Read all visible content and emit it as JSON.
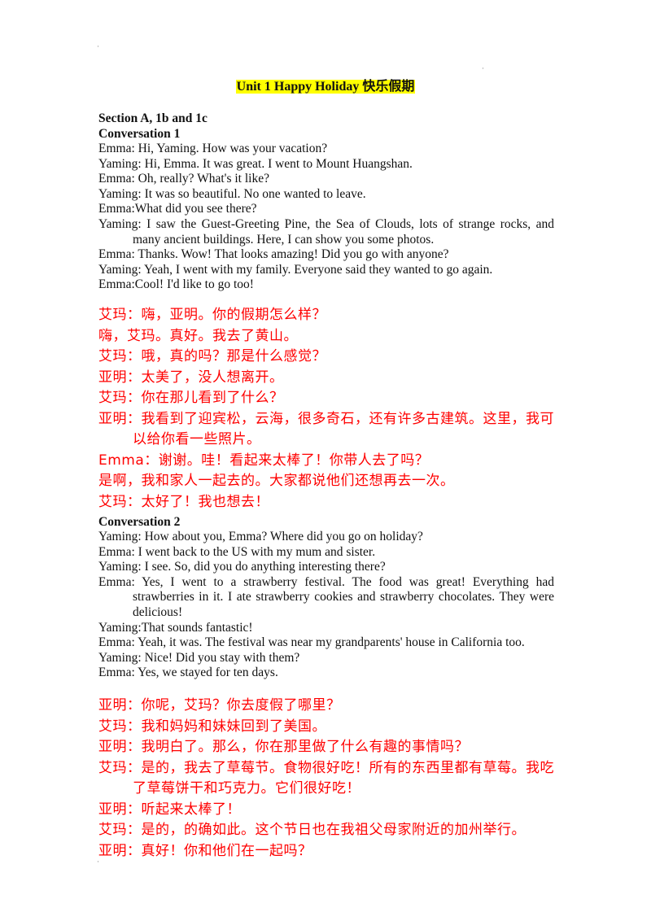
{
  "marks": {
    "top_left": "·",
    "top_right": "·",
    "bottom_left": "·"
  },
  "title": "Unit 1 Happy Holiday 快乐假期",
  "section_heading": "Section A, 1b and 1c",
  "conversation1": {
    "heading": "Conversation 1",
    "english": [
      "Emma: Hi, Yaming. How was your vacation?",
      "Yaming: Hi, Emma. It was great. I went to Mount  Huangshan.",
      "Emma: Oh, really? What's it like?",
      "Yaming: It was so beautiful. No one wanted to leave.",
      "Emma:What did you see there?",
      "Yaming: I saw the Guest-Greeting Pine, the Sea of Clouds, lots of strange rocks, and many ancient buildings. Here, I can show you some photos.",
      "Emma: Thanks. Wow! That looks amazing! Did you go with anyone?",
      "Yaming: Yeah, I went with my family. Everyone said they wanted to go again.",
      "Emma:Cool! I'd like to go too!"
    ],
    "chinese": [
      "艾玛：嗨，亚明。你的假期怎么样？",
      "嗨，艾玛。真好。我去了黄山。",
      "艾玛：哦，真的吗？那是什么感觉？",
      "亚明：太美了，没人想离开。",
      "艾玛：你在那儿看到了什么？",
      "亚明：我看到了迎宾松，云海，很多奇石，还有许多古建筑。这里，我可以给你看一些照片。",
      "Emma：谢谢。哇！看起来太棒了！你带人去了吗？",
      "是啊，我和家人一起去的。大家都说他们还想再去一次。",
      "艾玛：太好了！我也想去！"
    ]
  },
  "conversation2": {
    "heading": "Conversation 2",
    "english": [
      "Yaming: How about you, Emma? Where did you go on holiday?",
      "Emma: I went back to the US with my mum and sister.",
      "Yaming: I see. So, did you do anything interesting there?",
      "Emma: Yes, I went to a strawberry festival. The food was great! Everything had strawberries in it. I ate strawberry cookies and strawberry chocolates. They were delicious!",
      "Yaming:That sounds fantastic!",
      "Emma: Yeah, it was. The festival was near my grandparents' house in California too.",
      "Yaming: Nice! Did you stay with them?",
      "Emma: Yes, we stayed for ten days."
    ],
    "chinese": [
      "亚明：你呢，艾玛？你去度假了哪里？",
      "艾玛：我和妈妈和妹妹回到了美国。",
      "亚明：我明白了。那么，你在那里做了什么有趣的事情吗？",
      "艾玛：是的，我去了草莓节。食物很好吃！所有的东西里都有草莓。我吃了草莓饼干和巧克力。它们很好吃！",
      "亚明：听起来太棒了！",
      "艾玛：是的，的确如此。这个节日也在我祖父母家附近的加州举行。",
      "亚明：真好！你和他们在一起吗？"
    ]
  }
}
